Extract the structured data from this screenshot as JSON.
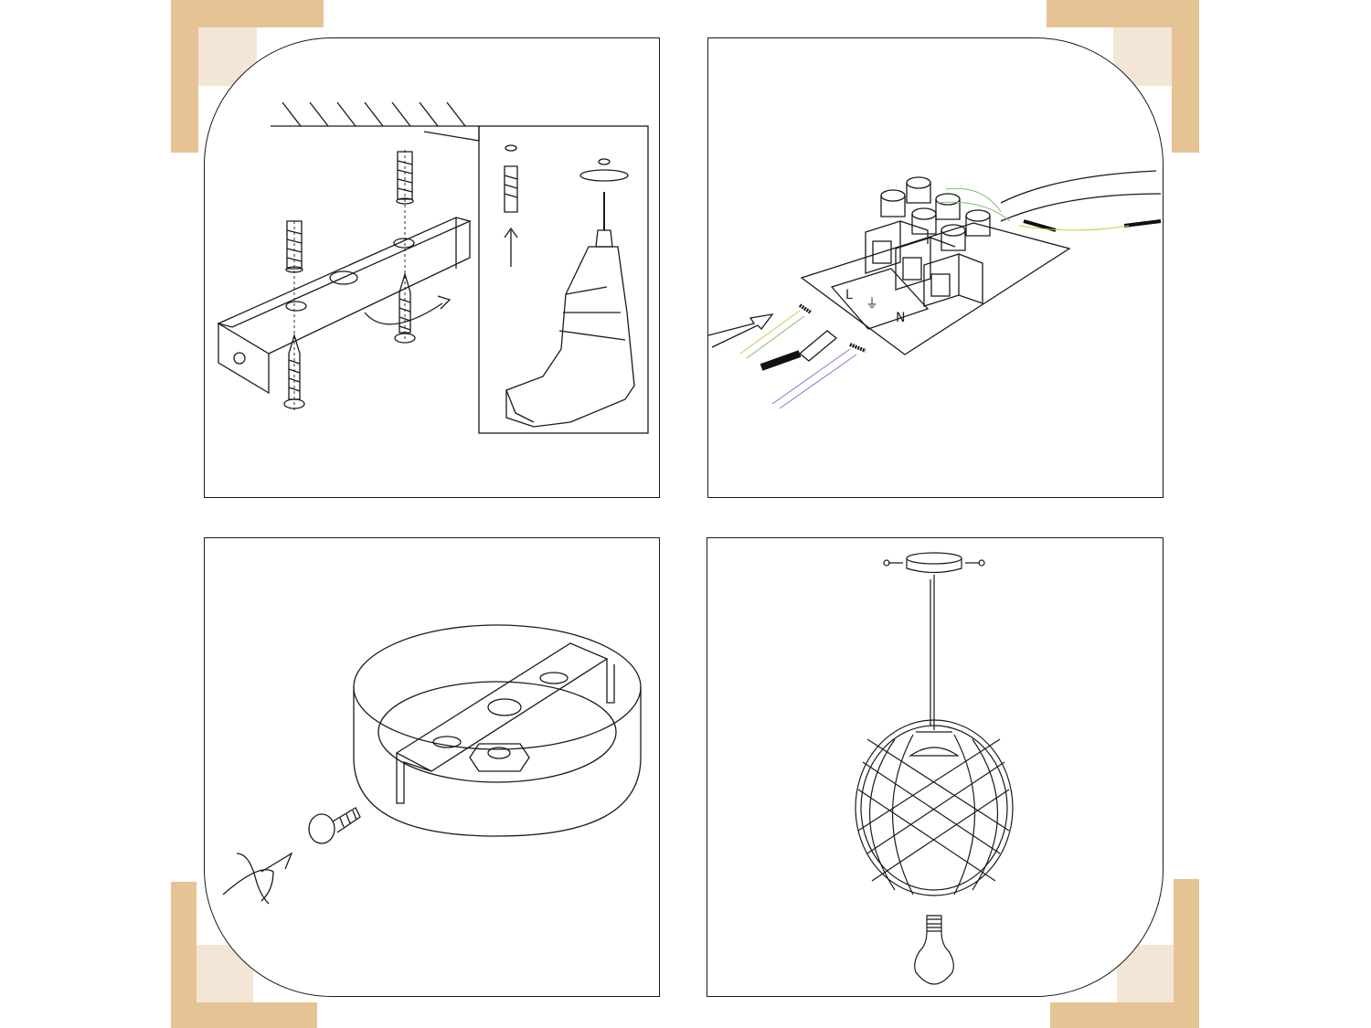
{
  "colors": {
    "frame_bar": "#e6c394",
    "frame_square": "#f4e6d6",
    "line": "#1a1a1a",
    "wire_yellow": "#c9c948",
    "wire_green": "#7fbf6a",
    "wire_blue": "#7a7acb",
    "wire_black": "#111111"
  },
  "steps": [
    {
      "id": "step-1",
      "content": "bracket-mounting"
    },
    {
      "id": "step-2",
      "content": "wire-connection"
    },
    {
      "id": "step-3",
      "content": "canopy-fixing"
    },
    {
      "id": "step-4",
      "content": "lamp-hanging"
    }
  ],
  "terminal_labels": {
    "live": "L",
    "earth": "⏚",
    "neutral": "N"
  }
}
